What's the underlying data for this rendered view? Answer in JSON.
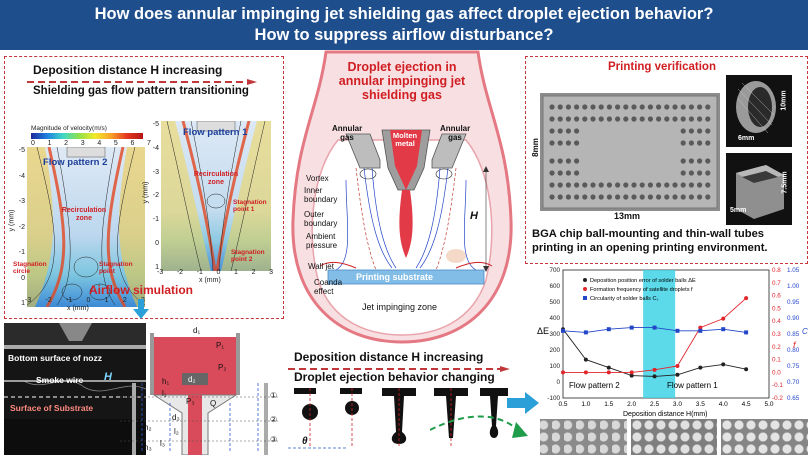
{
  "header": {
    "title_line1": "How does annular impinging jet shielding gas affect droplet ejection behavior?",
    "title_line2": "How to suppress airflow disturbance?"
  },
  "left_panel": {
    "arrow_title": "Deposition distance H increasing",
    "subtitle": "Shielding gas flow pattern transitioning",
    "colorbar_title": "Magnitude of velocity(m/s)",
    "colorbar_ticks": [
      "0",
      "1",
      "2",
      "3",
      "4",
      "5",
      "6",
      "7"
    ],
    "flow_pattern_2": "Flow pattern 2",
    "flow_pattern_1": "Flow pattern 1",
    "recirculation_zone": "Recirculation zone",
    "recirculation_zone_2": "Recirculation zone",
    "stagnation_point_1": "Stagnation point 1",
    "stagnation_point_2": "Stagnation point 2",
    "stagnation_circle": "Stagnation circle",
    "stagnation_point": "Stagnation point",
    "y_label": "y (mm)",
    "x_label": "x (mm)",
    "y_ticks_left": [
      "-5",
      "-4",
      "-3",
      "-2",
      "-1",
      "0",
      "1"
    ],
    "x_ticks_left": [
      "-3",
      "-2",
      "-1",
      "0",
      "1",
      "2",
      "3"
    ],
    "y_ticks_right": [
      "-5",
      "-4",
      "-3",
      "-2",
      "-1",
      "0",
      "1"
    ],
    "x_ticks_right": [
      "-3",
      "-2",
      "-1",
      "0",
      "1",
      "2",
      "3"
    ],
    "airflow_simulation": "Airflow simulation"
  },
  "smoke_photo": {
    "bottom_surface": "Bottom surface of nozz",
    "smoke_wire": "Smoke wire",
    "h_symbol": "H",
    "substrate_surface": "Surface of Substrate"
  },
  "nozzle_schematic": {
    "labels": [
      "d₁",
      "P₁",
      "P₂",
      "d₂",
      "P₃",
      "h₁",
      "l₁",
      "Q",
      "d₃",
      "l₂",
      "l₃",
      "h₂",
      "h₃",
      "①",
      "②",
      "③"
    ]
  },
  "center_panel": {
    "title_line1": "Droplet ejection in",
    "title_line2": "annular impinging jet",
    "title_line3": "shielding gas",
    "annular_gas_left": "Annular gas",
    "annular_gas_right": "Annular gas",
    "molten_metal": "Molten metal",
    "vortex": "Vortex",
    "inner_boundary": "Inner boundary",
    "outer_boundary": "Outer boundary",
    "ambient_pressure": "Ambient pressure",
    "wall_jet": "Wall jet",
    "coanda_effect": "Coanda effect",
    "printing_substrate": "Printing substrate",
    "jet_impinging_zone": "Jet impinging zone",
    "h_symbol": "H"
  },
  "droplet_panel": {
    "arrow_title": "Deposition distance H increasing",
    "subtitle": "Droplet ejection behavior changing",
    "theta_symbol": "θ"
  },
  "right_panel": {
    "title": "Printing verification",
    "dim_8mm": "8mm",
    "dim_13mm": "13mm",
    "dim_10mm": "10mm",
    "dim_6mm": "6mm",
    "dim_7_5mm": "7.5mm",
    "dim_5mm": "5mm",
    "caption_line1": "BGA chip ball-mounting and thin-wall tubes",
    "caption_line2": "printing in an opening printing environment."
  },
  "chart_data": {
    "type": "line",
    "xlabel": "Deposition distance H(mm)",
    "x": [
      0.5,
      1.0,
      1.5,
      2.0,
      2.5,
      3.0,
      3.5,
      4.0,
      4.5
    ],
    "x_ticks": [
      "0.5",
      "1.0",
      "1.5",
      "2.0",
      "2.5",
      "3.0",
      "3.5",
      "4.0",
      "4.5",
      "5.0"
    ],
    "xlim": [
      0.5,
      5.0
    ],
    "ylabel_left": "ΔE",
    "ylim_left": [
      -100,
      700
    ],
    "y_ticks_left": [
      "-100",
      "0",
      "100",
      "200",
      "300",
      "400",
      "500",
      "600",
      "700"
    ],
    "ylabel_right1": "f",
    "ylim_right1": [
      -0.2,
      0.8
    ],
    "y_ticks_right1": [
      "-0.2",
      "-0.1",
      "0.0",
      "0.1",
      "0.2",
      "0.3",
      "0.4",
      "0.5",
      "0.6",
      "0.7",
      "0.8"
    ],
    "ylabel_right2": "Cₛ",
    "ylim_right2": [
      0.65,
      1.05
    ],
    "y_ticks_right2": [
      "0.65",
      "0.70",
      "0.75",
      "0.80",
      "0.85",
      "0.90",
      "0.95",
      "1.00",
      "1.05"
    ],
    "series": [
      {
        "name": "Deposition position error of solder balls ΔE",
        "axis": "left",
        "color": "#222222",
        "values": [
          330,
          140,
          90,
          40,
          35,
          45,
          90,
          110,
          80
        ]
      },
      {
        "name": "Formation frequency of satellite droplets f",
        "axis": "right1",
        "color": "#e0252b",
        "values": [
          0.0,
          0.0,
          0.0,
          0.0,
          0.02,
          0.05,
          0.35,
          0.42,
          0.58
        ]
      },
      {
        "name": "Circularity of solder balls Cₛ",
        "axis": "right2",
        "color": "#2346c8",
        "values": [
          0.86,
          0.855,
          0.865,
          0.87,
          0.87,
          0.86,
          0.86,
          0.865,
          0.855
        ]
      }
    ],
    "highlight_band": [
      2.25,
      2.95
    ],
    "highlight_color": "#3fd3e6",
    "region_labels": [
      "Flow pattern 2",
      "Flow pattern 1"
    ]
  }
}
